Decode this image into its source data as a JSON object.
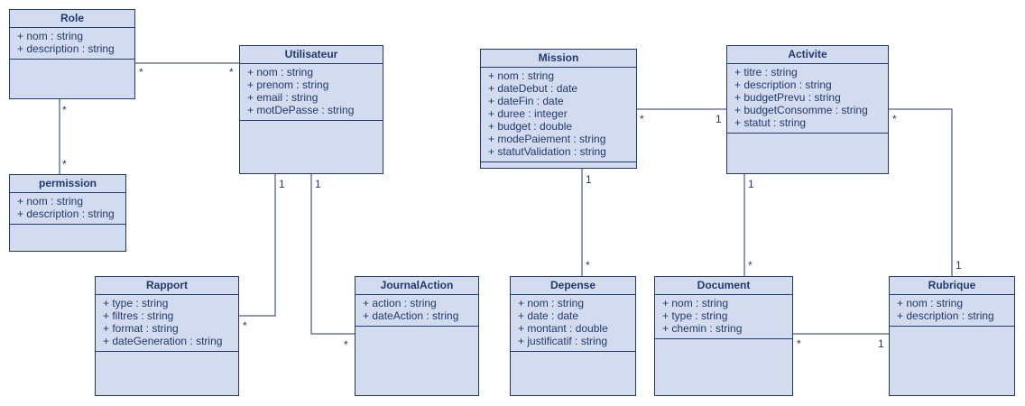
{
  "classes": {
    "role": {
      "name": "Role",
      "attributes": [
        "+ nom : string",
        "+ description : string"
      ]
    },
    "utilisateur": {
      "name": "Utilisateur",
      "attributes": [
        "+ nom : string",
        "+ prenom : string",
        "+ email : string",
        "+ motDePasse : string"
      ]
    },
    "permission": {
      "name": "permission",
      "attributes": [
        "+ nom : string",
        "+ description : string"
      ]
    },
    "rapport": {
      "name": "Rapport",
      "attributes": [
        "+ type : string",
        "+ filtres : string",
        "+ format : string",
        "+ dateGeneration : string"
      ]
    },
    "journalaction": {
      "name": "JournalAction",
      "attributes": [
        "+ action : string",
        "+ dateAction : string"
      ]
    },
    "mission": {
      "name": "Mission",
      "attributes": [
        "+ nom : string",
        "+ dateDebut : date",
        "+ dateFin : date",
        "+ duree : integer",
        "+ budget : double",
        "+ modePaiement : string",
        "+ statutValidation : string"
      ]
    },
    "activite": {
      "name": "Activite",
      "attributes": [
        "+ titre : string",
        "+ description : string",
        "+ budgetPrevu : string",
        "+ budgetConsomme : string",
        "+ statut : string"
      ]
    },
    "depense": {
      "name": "Depense",
      "attributes": [
        "+ nom : string",
        "+ date : date",
        "+ montant : double",
        "+ justificatif : string"
      ]
    },
    "document": {
      "name": "Document",
      "attributes": [
        "+ nom : string",
        "+ type : string",
        "+ chemin : string"
      ]
    },
    "rubrique": {
      "name": "Rubrique",
      "attributes": [
        "+ nom : string",
        "+ description : string"
      ]
    }
  },
  "multiplicities": {
    "role_utilisateur_role": "*",
    "role_utilisateur_utilisateur": "*",
    "role_permission_role": "*",
    "role_permission_permission": "*",
    "utilisateur_rapport_utilisateur": "1",
    "utilisateur_rapport_rapport": "*",
    "utilisateur_journal_utilisateur": "1",
    "utilisateur_journal_journal": "*",
    "mission_activite_mission": "*",
    "mission_activite_activite": "1",
    "mission_depense_mission": "1",
    "mission_depense_depense": "*",
    "activite_document_activite": "1",
    "activite_document_document": "*",
    "activite_rubrique_activite": "*",
    "activite_rubrique_rubrique": "1",
    "document_rubrique_document": "*",
    "document_rubrique_rubrique": "1"
  }
}
